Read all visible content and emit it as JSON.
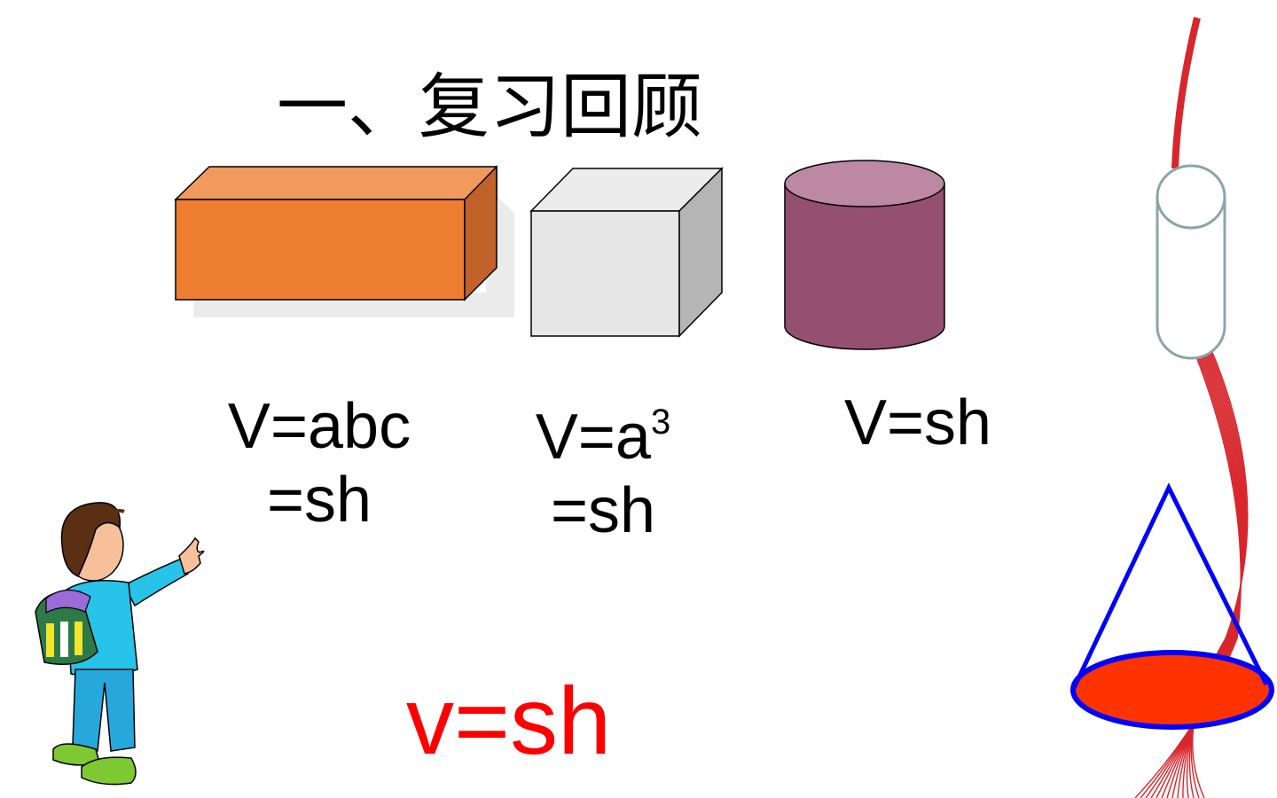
{
  "slide": {
    "title": "一、复习回顾",
    "formulas": {
      "cuboid_line1": "V=abc",
      "cuboid_line2": "=sh",
      "cube_line1_base": "V=a",
      "cube_line1_exp": "3",
      "cube_line2": "=sh",
      "cylinder_line1": "V=sh"
    },
    "answer": "v=sh"
  },
  "colors": {
    "cuboid": "#ed7d31",
    "cube": "#e6e6e6",
    "cylinder": "#944f71",
    "answer": "#ff0000",
    "cone_outline": "#0000ff",
    "cone_base": "#ff3300",
    "fibers": "#d7262c"
  }
}
